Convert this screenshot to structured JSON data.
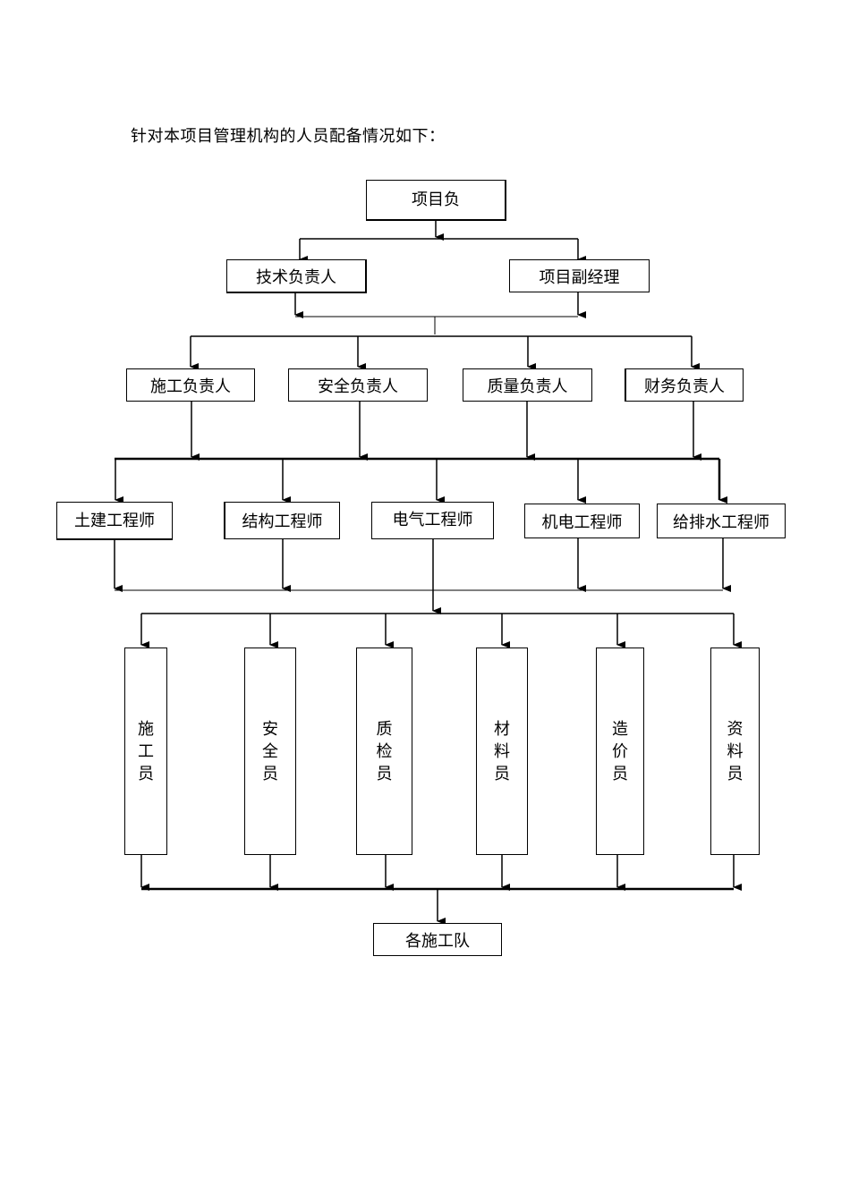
{
  "intro": "针对本项目管理机构的人员配备情况如下：",
  "level1": {
    "top": "项目负"
  },
  "level2": {
    "tech": "技术负责人",
    "deputy": "项目副经理"
  },
  "level3": [
    "施工负责人",
    "安全负责人",
    "质量负责人",
    "财务负责人"
  ],
  "level4": [
    "土建工程师",
    "结构工程师",
    "电气工程师",
    "机电工程师",
    "给排水工程师"
  ],
  "level5": [
    [
      "施",
      "工",
      "员"
    ],
    [
      "安",
      "全",
      "员"
    ],
    [
      "质",
      "检",
      "员"
    ],
    [
      "材",
      "料",
      "员"
    ],
    [
      "造",
      "价",
      "员"
    ],
    [
      "资",
      "料",
      "员"
    ]
  ],
  "bottom": "各施工队"
}
